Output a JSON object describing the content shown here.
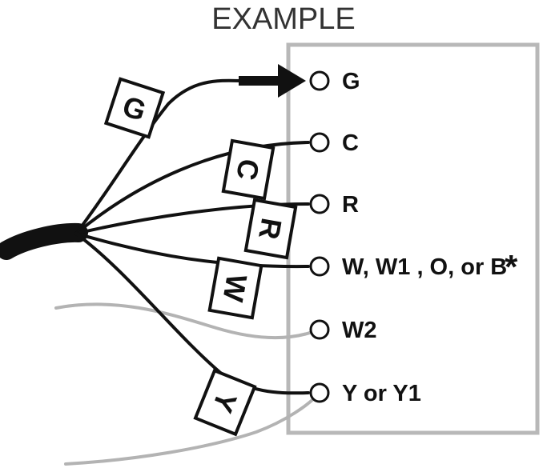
{
  "title": "EXAMPLE",
  "terminals": [
    {
      "id": "g",
      "label": "G"
    },
    {
      "id": "c",
      "label": "C"
    },
    {
      "id": "r",
      "label": "R"
    },
    {
      "id": "w",
      "label": "W, W1 , O, or B"
    },
    {
      "id": "w2",
      "label": "W2"
    },
    {
      "id": "y",
      "label": "Y or Y1"
    }
  ],
  "wire_tags": [
    {
      "id": "g",
      "label": "G"
    },
    {
      "id": "c",
      "label": "C"
    },
    {
      "id": "r",
      "label": "R"
    },
    {
      "id": "w",
      "label": "W"
    },
    {
      "id": "y",
      "label": "Y"
    }
  ],
  "asterisk": "*",
  "colors": {
    "wire": "#111111",
    "unused_wire": "#b3b3b3",
    "panel_border": "#b8b8b8",
    "tag_fill": "#ffffff",
    "tag_border": "#111111"
  }
}
